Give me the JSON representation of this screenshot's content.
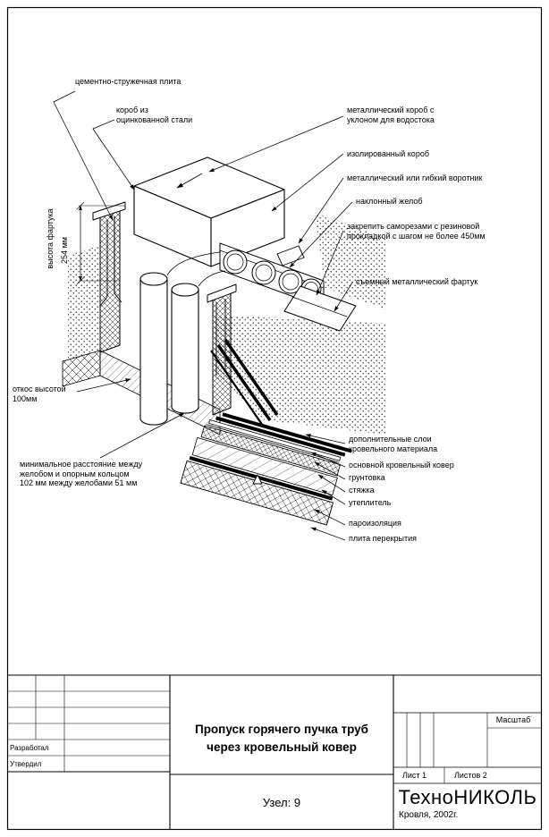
{
  "labels": {
    "cement_board": "цементно-стружечная плита",
    "galvanized_duct": "короб из оцинкованной стали",
    "metal_duct_slope": "металлический короб с уклоном для водостока",
    "insulated_duct": "изолированный короб",
    "collar": "металлический или гибкий воротник",
    "inclined_gutter": "наклонный желоб",
    "screws": "закрепить саморезами с резиновой прокладкой с шагом не более 450мм",
    "removable_apron": "съемный металлический фартук",
    "apron_height": "высота фартука",
    "apron_height_dim": "254 мм",
    "slope_height": "откос высотой 100мм",
    "min_distance": "минимальное расстояние между желобом и опорным кольцом 102 мм между желобами 51 мм",
    "extra_layers": "дополнительные слои кровельного материала",
    "main_carpet": "основной кровельный ковер",
    "primer": "грунтовка",
    "screed": "стяжка",
    "insulation": "утеплитель",
    "vapor_barrier": "пароизоляция",
    "floor_slab": "плита перекрытия"
  },
  "title_block": {
    "developed": "Разработал",
    "approved": "Утвердил",
    "title_line1": "Пропуск горячего пучка труб",
    "title_line2": "через кровельный ковер",
    "node": "Узел: 9",
    "scale": "Масштаб",
    "sheet": "Лист 1",
    "sheets": "Листов 2",
    "company": "ТехноНИКОЛЬ",
    "company_sub": "Кровля, 2002г."
  }
}
